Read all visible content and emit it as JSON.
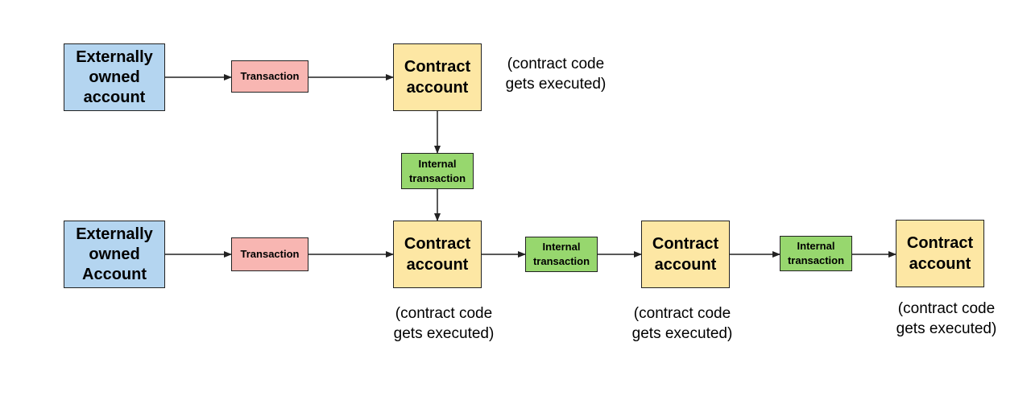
{
  "nodes": {
    "eoa_top": {
      "label": "Externally owned account"
    },
    "tx_top": {
      "label": "Transaction"
    },
    "contract_top": {
      "label": "Contract account"
    },
    "itx_vertical": {
      "label": "Internal transaction"
    },
    "eoa_bottom": {
      "label": "Externally owned Account"
    },
    "tx_bottom": {
      "label": "Transaction"
    },
    "contract_1": {
      "label": "Contract account"
    },
    "itx_1": {
      "label": "Internal transaction"
    },
    "contract_2": {
      "label": "Contract account"
    },
    "itx_2": {
      "label": "Internal transaction"
    },
    "contract_3": {
      "label": "Contract account"
    }
  },
  "notes": {
    "top": "(contract code gets executed)",
    "c1": "(contract code gets executed)",
    "c2": "(contract code gets executed)",
    "c3": "(contract code gets executed)"
  },
  "colors": {
    "eoa": "#b4d5f0",
    "transaction": "#f8b6b2",
    "contract": "#fde7a4",
    "internal_transaction": "#97d76e",
    "stroke": "#222222"
  }
}
